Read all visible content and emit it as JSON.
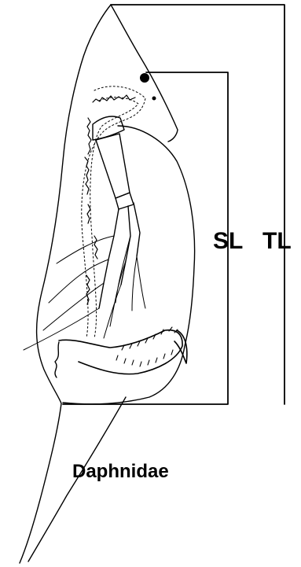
{
  "diagram": {
    "subject": "Daphnidae",
    "measurements": [
      {
        "abbr": "SL"
      },
      {
        "abbr": "TL"
      }
    ],
    "colors": {
      "ink": "#000000",
      "background": "#ffffff"
    }
  }
}
